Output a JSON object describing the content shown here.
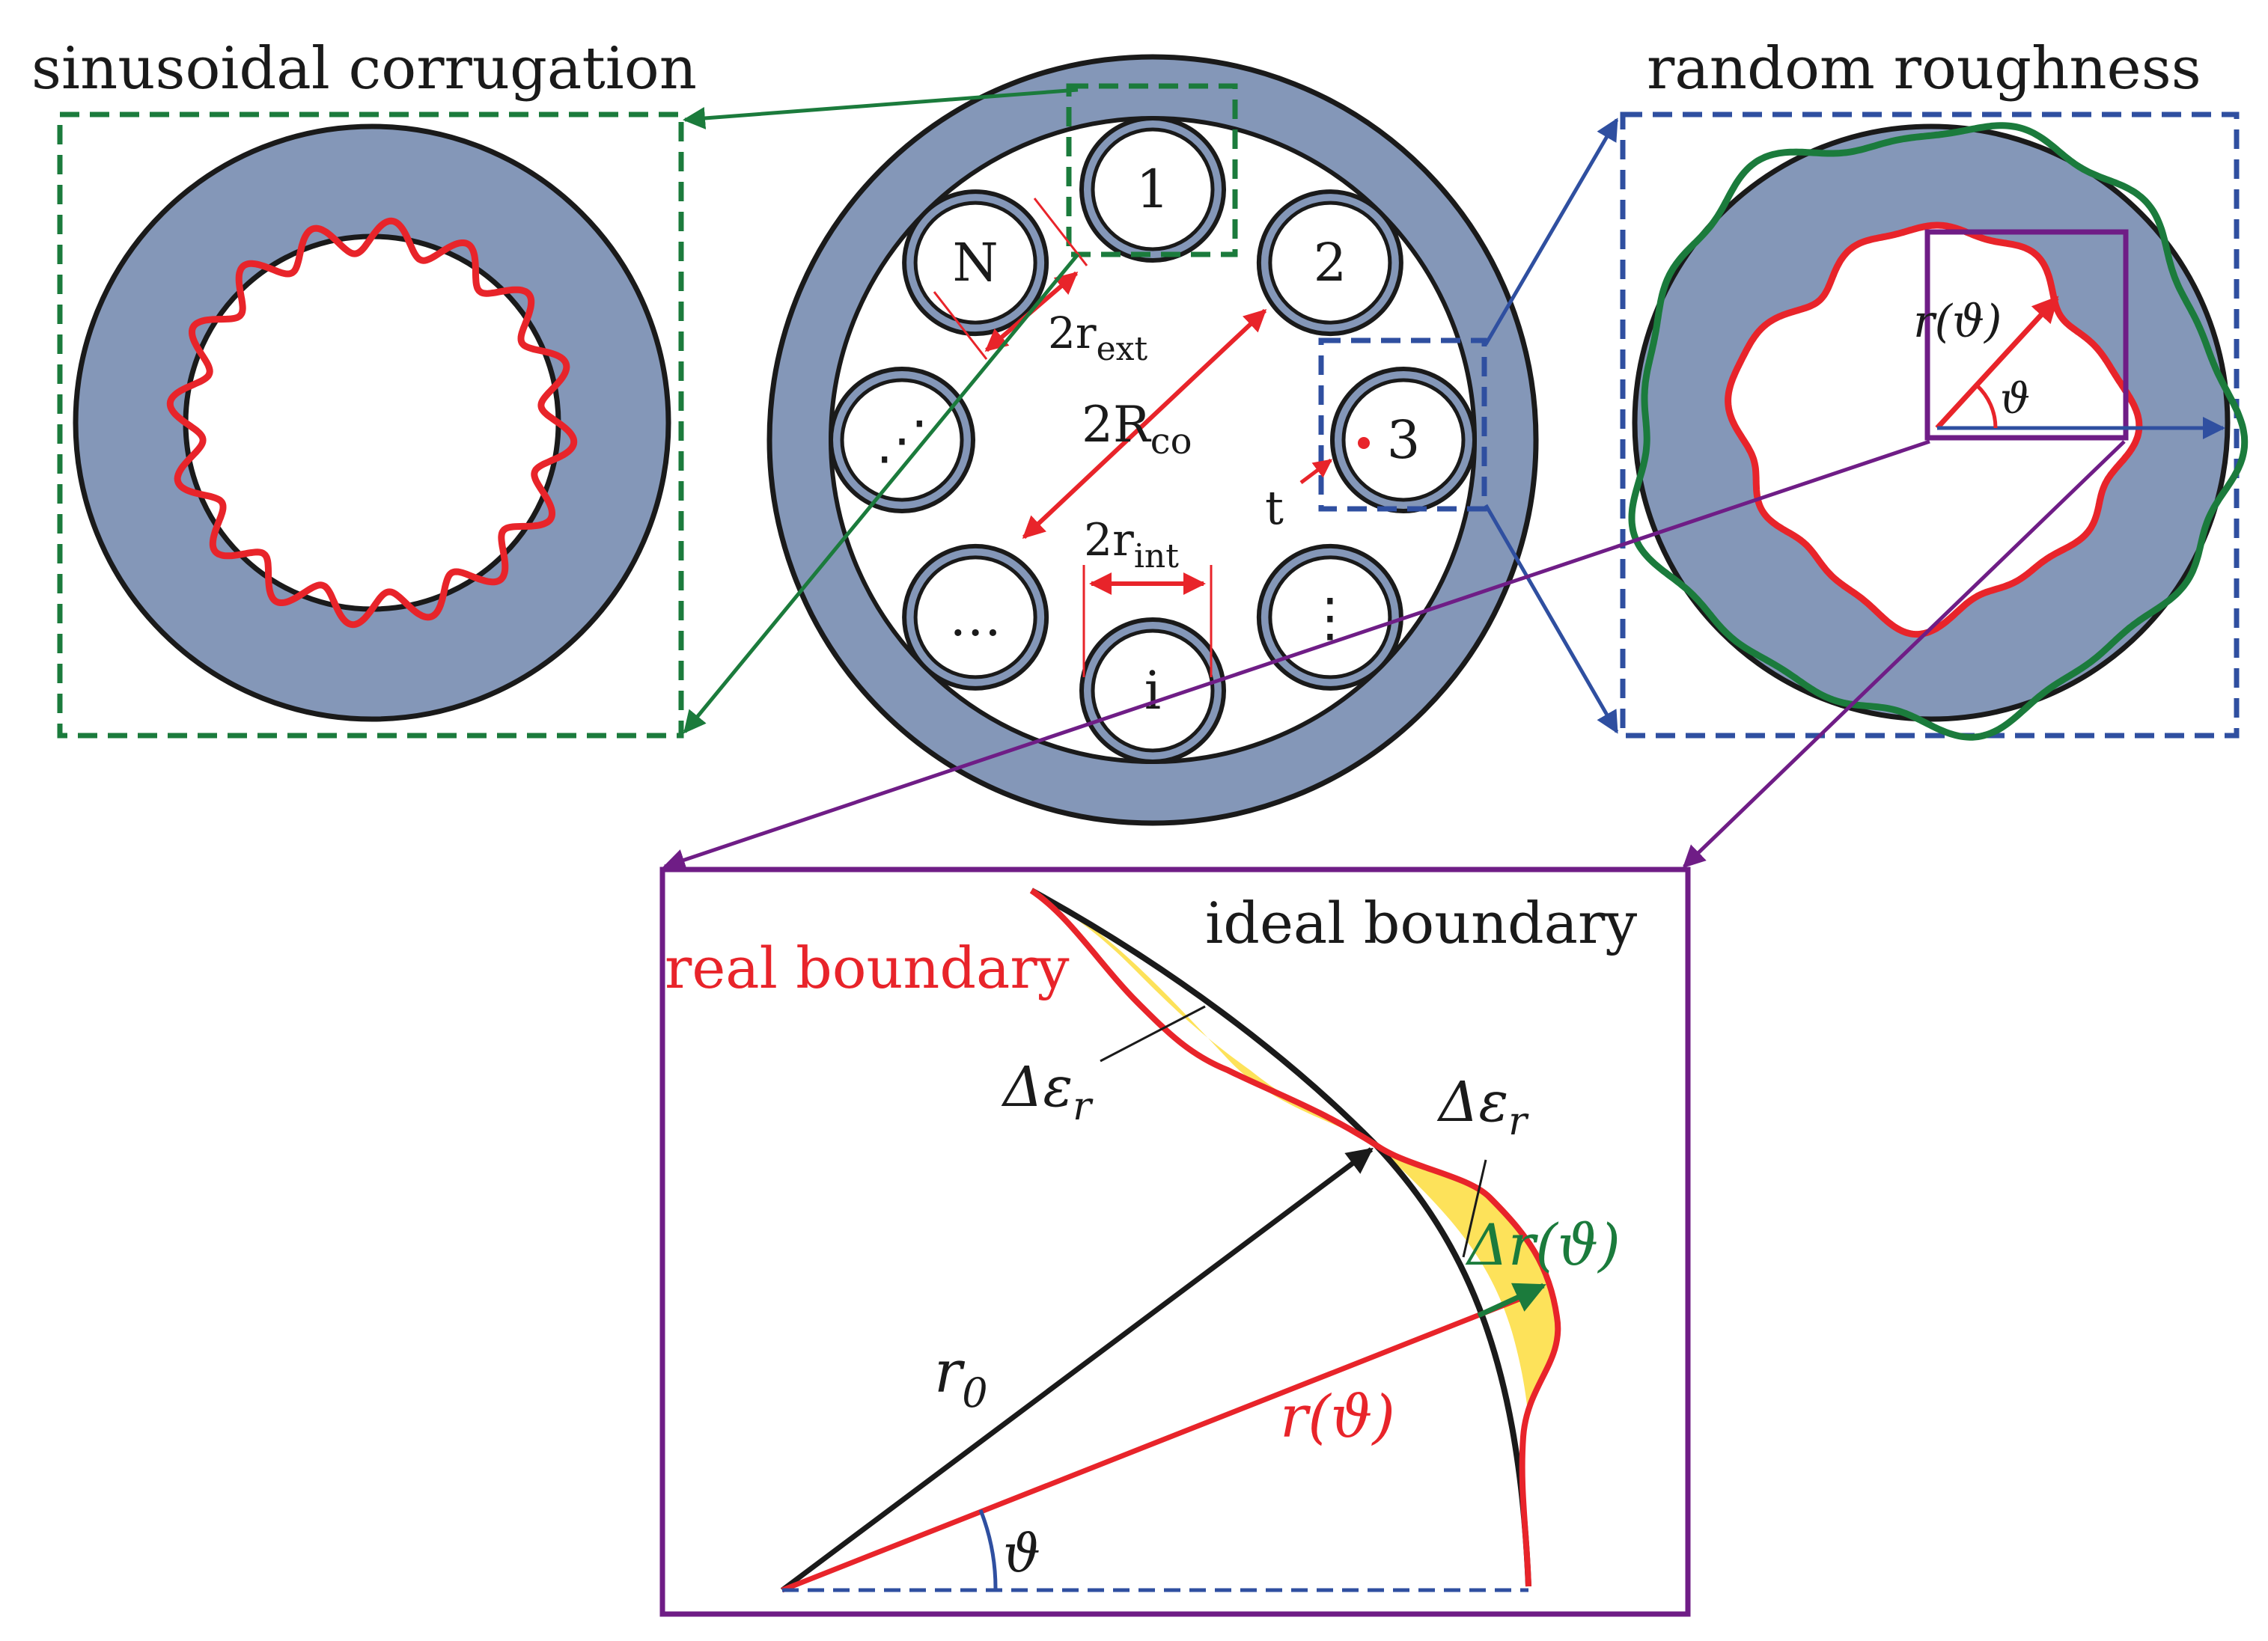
{
  "colors": {
    "fill_blue": "#8497b8",
    "outline": "#1a1a1a",
    "red": "#e8242a",
    "green": "#1b7b3c",
    "navy": "#2f4fa0",
    "purple": "#6f1d86",
    "yellow": "#fde25a"
  },
  "titles": {
    "left": "sinusoidal corrugation",
    "right": "random roughness"
  },
  "center": {
    "subconductors": [
      "1",
      "2",
      "3",
      "⋮",
      "i",
      "…",
      "⋰",
      "N"
    ],
    "dim_2rext_main": "2r",
    "dim_2rext_sub": "ext",
    "dim_2Rco_main": "2R",
    "dim_2Rco_sub": "co",
    "dim_2rint_main": "2r",
    "dim_2rint_sub": "int",
    "dim_t": "t"
  },
  "right_inset": {
    "r_theta": "r(ϑ)",
    "theta": "ϑ"
  },
  "detail": {
    "real_boundary": "real boundary",
    "ideal_boundary": "ideal boundary",
    "delta_eps_1": "Δε",
    "delta_eps_1_sub": "r",
    "delta_eps_2": "Δε",
    "delta_eps_2_sub": "r",
    "delta_r_theta": "Δr(ϑ)",
    "r0": "r",
    "r0_sub": "0",
    "r_theta": "r(ϑ)",
    "theta": "ϑ"
  }
}
